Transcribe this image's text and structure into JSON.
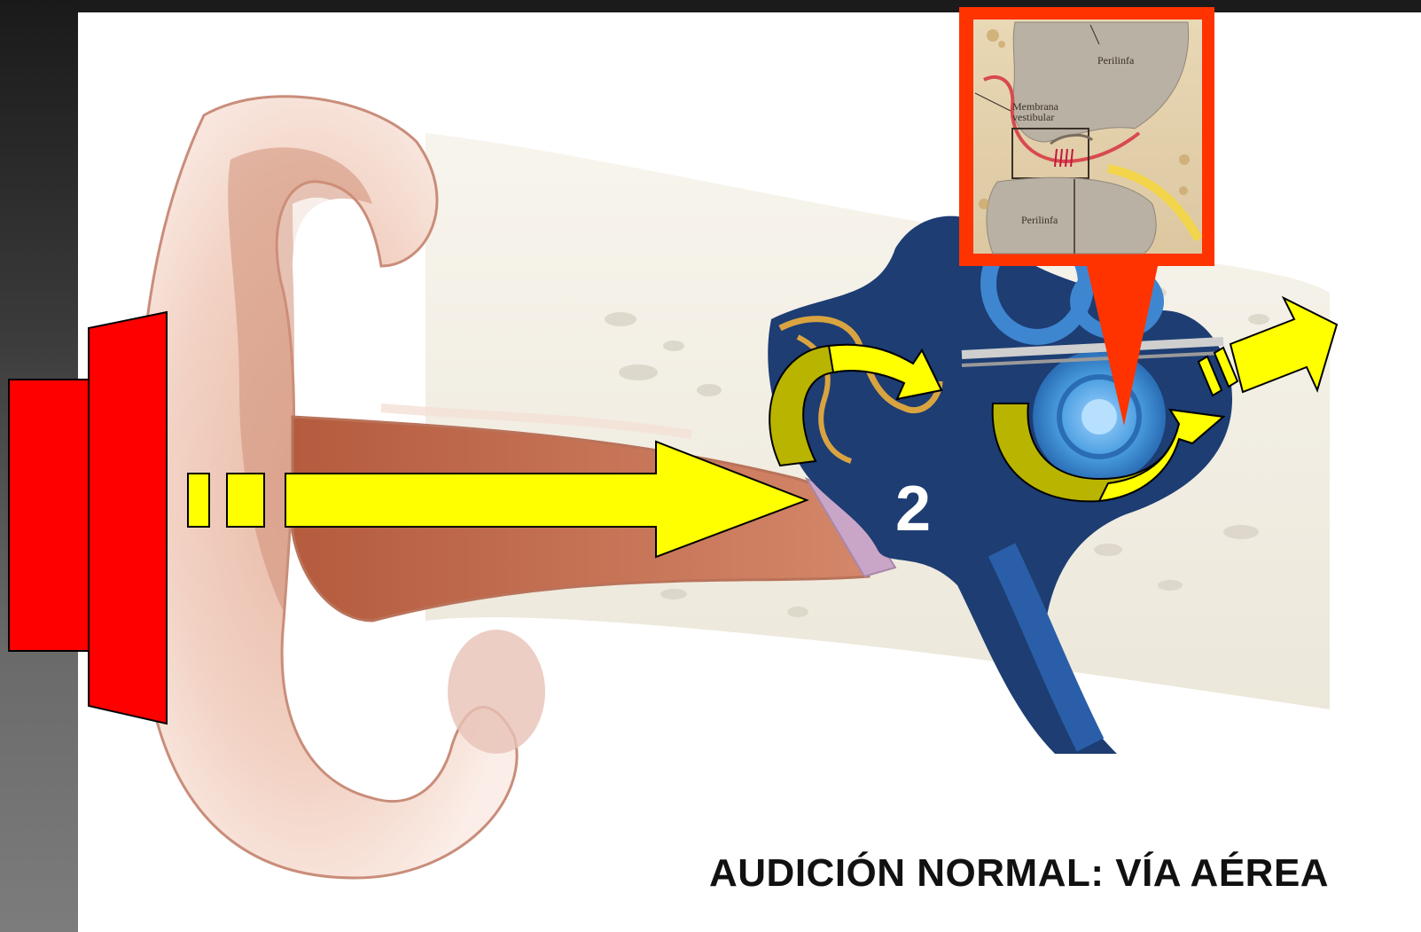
{
  "caption": "AUDICIÓN NORMAL: VÍA AÉREA",
  "step_number": "2",
  "inset": {
    "labels": {
      "perilinfa_top": "Perilinfa",
      "membrana_line1": "Membrana",
      "membrana_line2": "vestibular",
      "perilinfa_bottom": "Perilinfa"
    },
    "frame_color": "#ff3300"
  },
  "colors": {
    "speaker": "#ff0000",
    "arrow": "#ffff00",
    "arrow_curved": "#b8b400",
    "inner_ear": "#1d3d73",
    "cochlea": "#4a9ee0"
  }
}
